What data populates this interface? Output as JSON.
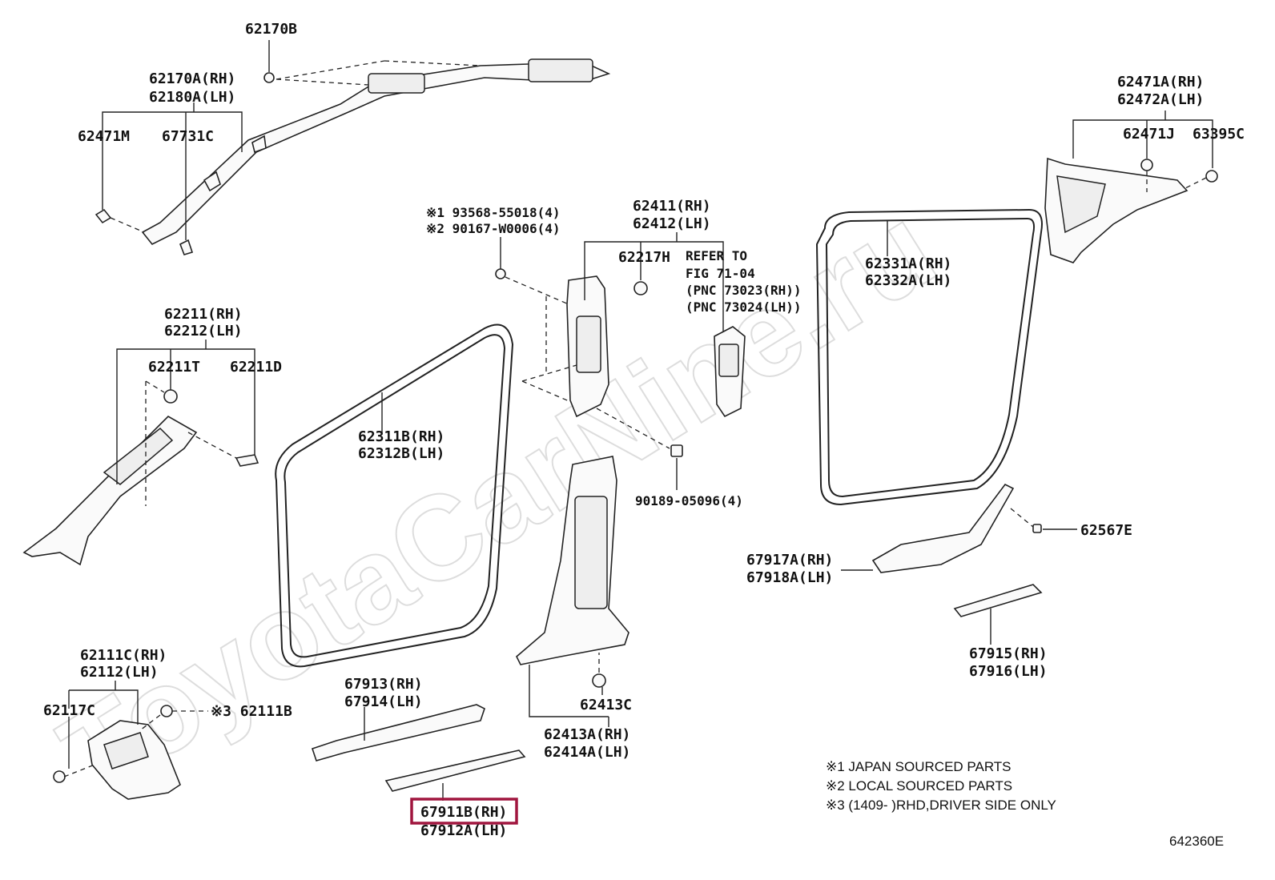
{
  "watermark": "ToyotaCarNine.ru",
  "figure_code": "642360E",
  "highlight_color": "#a0153e",
  "labels": {
    "p62170B": "62170B",
    "p62170A": "62170A(RH)",
    "p62180A": "62180A(LH)",
    "p62471M": "62471M",
    "p67731C": "67731C",
    "p62471A": "62471A(RH)",
    "p62472A": "62472A(LH)",
    "p62471J": "62471J",
    "p63395C": "63395C",
    "s1": "※1 93568-55018(4)",
    "s2": "※2 90167-W0006(4)",
    "p62411": "62411(RH)",
    "p62412": "62412(LH)",
    "p62217H": "62217H",
    "refer1": "REFER TO",
    "refer2": "FIG 71-04",
    "pnc1": "(PNC 73023(RH))",
    "pnc2": "(PNC 73024(LH))",
    "p62331A": "62331A(RH)",
    "p62332A": "62332A(LH)",
    "p62211": "62211(RH)",
    "p62212": "62212(LH)",
    "p62211T": "62211T",
    "p62211D": "62211D",
    "p62311B": "62311B(RH)",
    "p62312B": "62312B(LH)",
    "p90189": "90189-05096(4)",
    "p62567E": "62567E",
    "p67917A": "67917A(RH)",
    "p67918A": "67918A(LH)",
    "p67915": "67915(RH)",
    "p67916": "67916(LH)",
    "p62111C": "62111C(RH)",
    "p62112": "62112(LH)",
    "p62117C": "62117C",
    "s3": "※3 62111B",
    "p67913": "67913(RH)",
    "p67914": "67914(LH)",
    "p62413C": "62413C",
    "p62413A": "62413A(RH)",
    "p62414A": "62414A(LH)",
    "p67911B": "67911B(RH)",
    "p67912A": "67912A(LH)"
  },
  "notes": [
    "※1 JAPAN SOURCED PARTS",
    "※2 LOCAL SOURCED PARTS",
    "※3 (1409-      )RHD,DRIVER SIDE ONLY"
  ]
}
